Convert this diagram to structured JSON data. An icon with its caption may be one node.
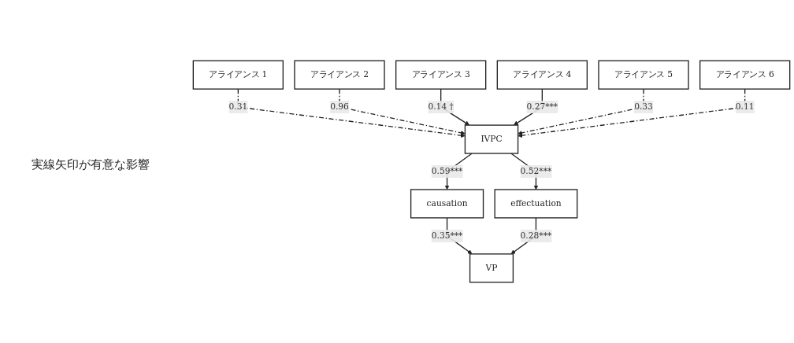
{
  "diagram": {
    "nodes": [
      {
        "text": [
          "アライアンス 1"
        ]
      },
      {
        "text": [
          "アライアンス 2"
        ]
      },
      {
        "text": [
          "アライアンス 3"
        ]
      },
      {
        "text": [
          "アライアンス 4"
        ]
      },
      {
        "text": [
          "アライアンス 5"
        ]
      },
      {
        "text": [
          "アライアンス 6"
        ]
      },
      {
        "text": [
          "IVPC"
        ]
      },
      {
        "text": [
          "causation"
        ]
      },
      {
        "text": [
          "effectuation"
        ]
      },
      {
        "text": [
          "VP"
        ]
      }
    ],
    "edges": [
      {
        "from": 0,
        "to": 6,
        "arrow": "to",
        "label": "0.31",
        "style": "dashed"
      },
      {
        "from": 1,
        "to": 6,
        "arrow": "to",
        "label": "0.96",
        "style": "dashed"
      },
      {
        "from": 2,
        "to": 6,
        "arrow": "to",
        "label": "0.14 †"
      },
      {
        "from": 3,
        "to": 6,
        "arrow": "to",
        "label": "0.27***"
      },
      {
        "from": 4,
        "to": 6,
        "arrow": "to",
        "label": "0.33",
        "style": "dashed"
      },
      {
        "from": 5,
        "to": 6,
        "arrow": "to",
        "label": "0.11",
        "style": "dashed"
      },
      {
        "from": 6,
        "to": 7,
        "arrow": "to",
        "label": "0.59***"
      },
      {
        "from": 6,
        "to": 8,
        "arrow": "to",
        "label": "0.52***"
      },
      {
        "from": 7,
        "to": 9,
        "arrow": "to",
        "label": "0.35***"
      },
      {
        "from": 8,
        "to": 9,
        "arrow": "to",
        "label": "0.28***"
      }
    ],
    "labels": [
      "実線矢印が有意な影響"
    ]
  }
}
